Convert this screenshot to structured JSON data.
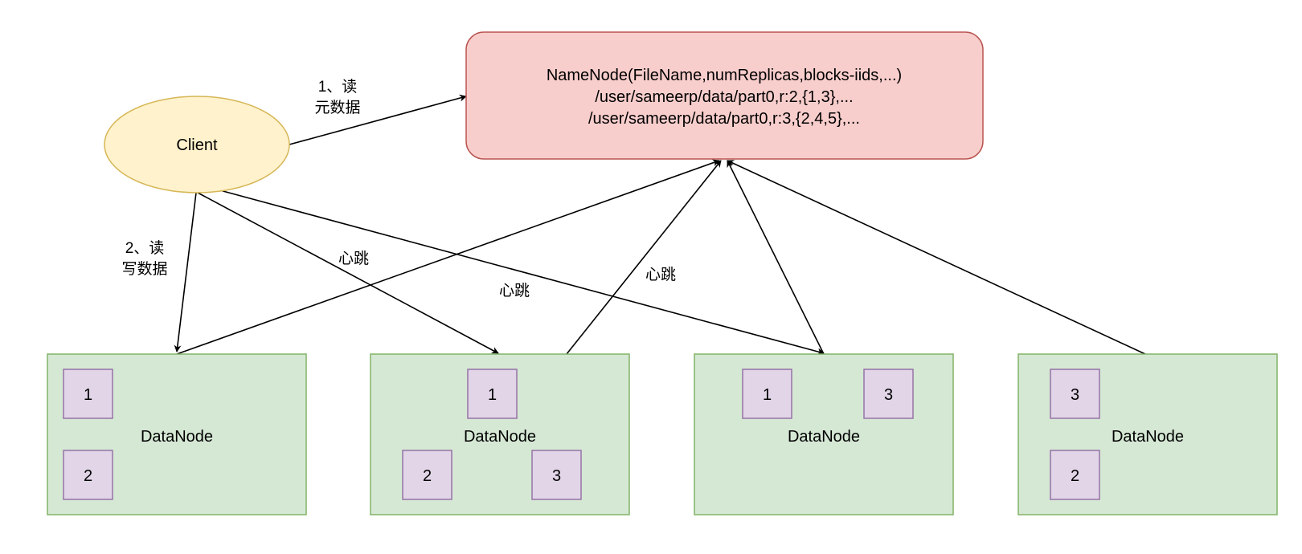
{
  "colors": {
    "client_fill": "#fff2cc",
    "client_stroke": "#d6b656",
    "namenode_fill": "#f8cecc",
    "namenode_stroke": "#b85450",
    "datanode_fill": "#d5e8d4",
    "datanode_stroke": "#82b366",
    "block_fill": "#e1d5e7",
    "block_stroke": "#9673a6",
    "edge": "#000000"
  },
  "client": {
    "label": "Client"
  },
  "namenode": {
    "lines": [
      "NameNode(FileName,numReplicas,blocks-iids,...)",
      "/user/sameerp/data/part0,r:2,{1,3},...",
      "/user/sameerp/data/part0,r:3,{2,4,5},..."
    ]
  },
  "datanodes": [
    {
      "label": "DataNode",
      "blocks": [
        "1",
        "2"
      ]
    },
    {
      "label": "DataNode",
      "blocks": [
        "1",
        "2",
        "3"
      ]
    },
    {
      "label": "DataNode",
      "blocks": [
        "1",
        "3"
      ]
    },
    {
      "label": "DataNode",
      "blocks": [
        "3",
        "2"
      ]
    }
  ],
  "edge_labels": {
    "read_metadata": [
      "1、读",
      "元数据"
    ],
    "read_write_data": [
      "2、读",
      "写数据"
    ],
    "heartbeat_1": "心跳",
    "heartbeat_2": "心跳",
    "heartbeat_3": "心跳"
  }
}
